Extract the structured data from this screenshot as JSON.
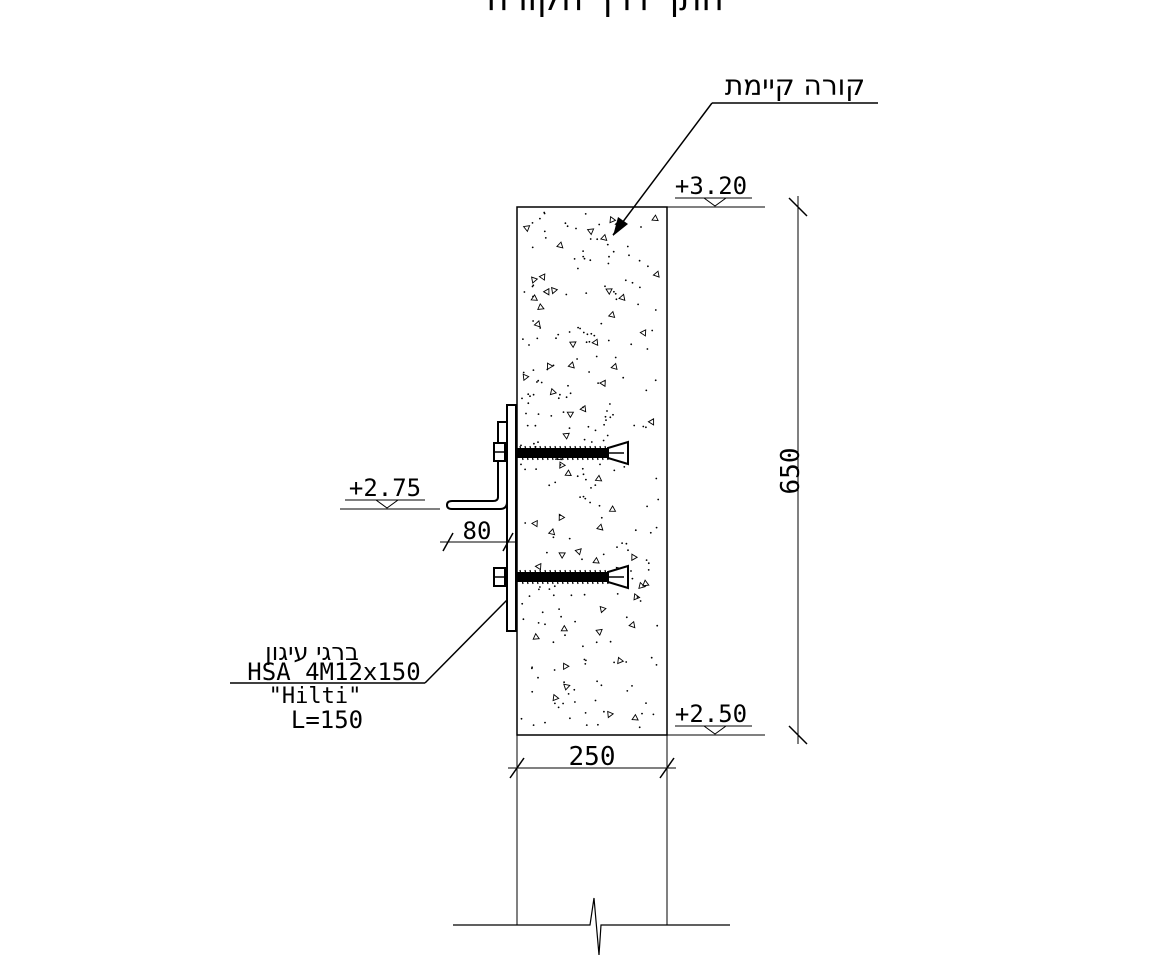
{
  "title": "חתך דרך הקורה",
  "labels": {
    "existing_beam": "קורה קיימת",
    "anchor_bolts": "ברגי עיגון",
    "anchor_spec": "HSA 4M12x150",
    "manufacturer": "\"Hilti\"",
    "anchor_length": "L=150"
  },
  "elevations": {
    "top": "+3.20",
    "bracket": "+2.75",
    "bottom": "+2.50"
  },
  "dimensions": {
    "beam_height": "650",
    "beam_width": "250",
    "angle_leg": "80"
  },
  "colors": {
    "line": "#000000",
    "background": "#ffffff"
  }
}
